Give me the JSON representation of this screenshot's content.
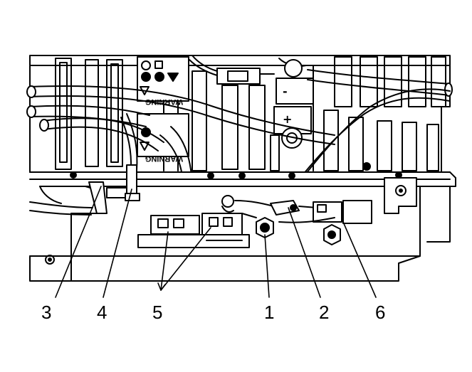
{
  "diagram": {
    "warning_labels": [
      "WARNING",
      "WARNING"
    ],
    "polarity_marks": {
      "negative": "-",
      "positive": "+"
    },
    "callouts": [
      {
        "id": "3",
        "label": "3"
      },
      {
        "id": "4",
        "label": "4"
      },
      {
        "id": "5",
        "label": "5"
      },
      {
        "id": "1",
        "label": "1"
      },
      {
        "id": "2",
        "label": "2"
      },
      {
        "id": "6",
        "label": "6"
      }
    ]
  },
  "colors": {
    "line": "#000000",
    "background": "#ffffff"
  }
}
